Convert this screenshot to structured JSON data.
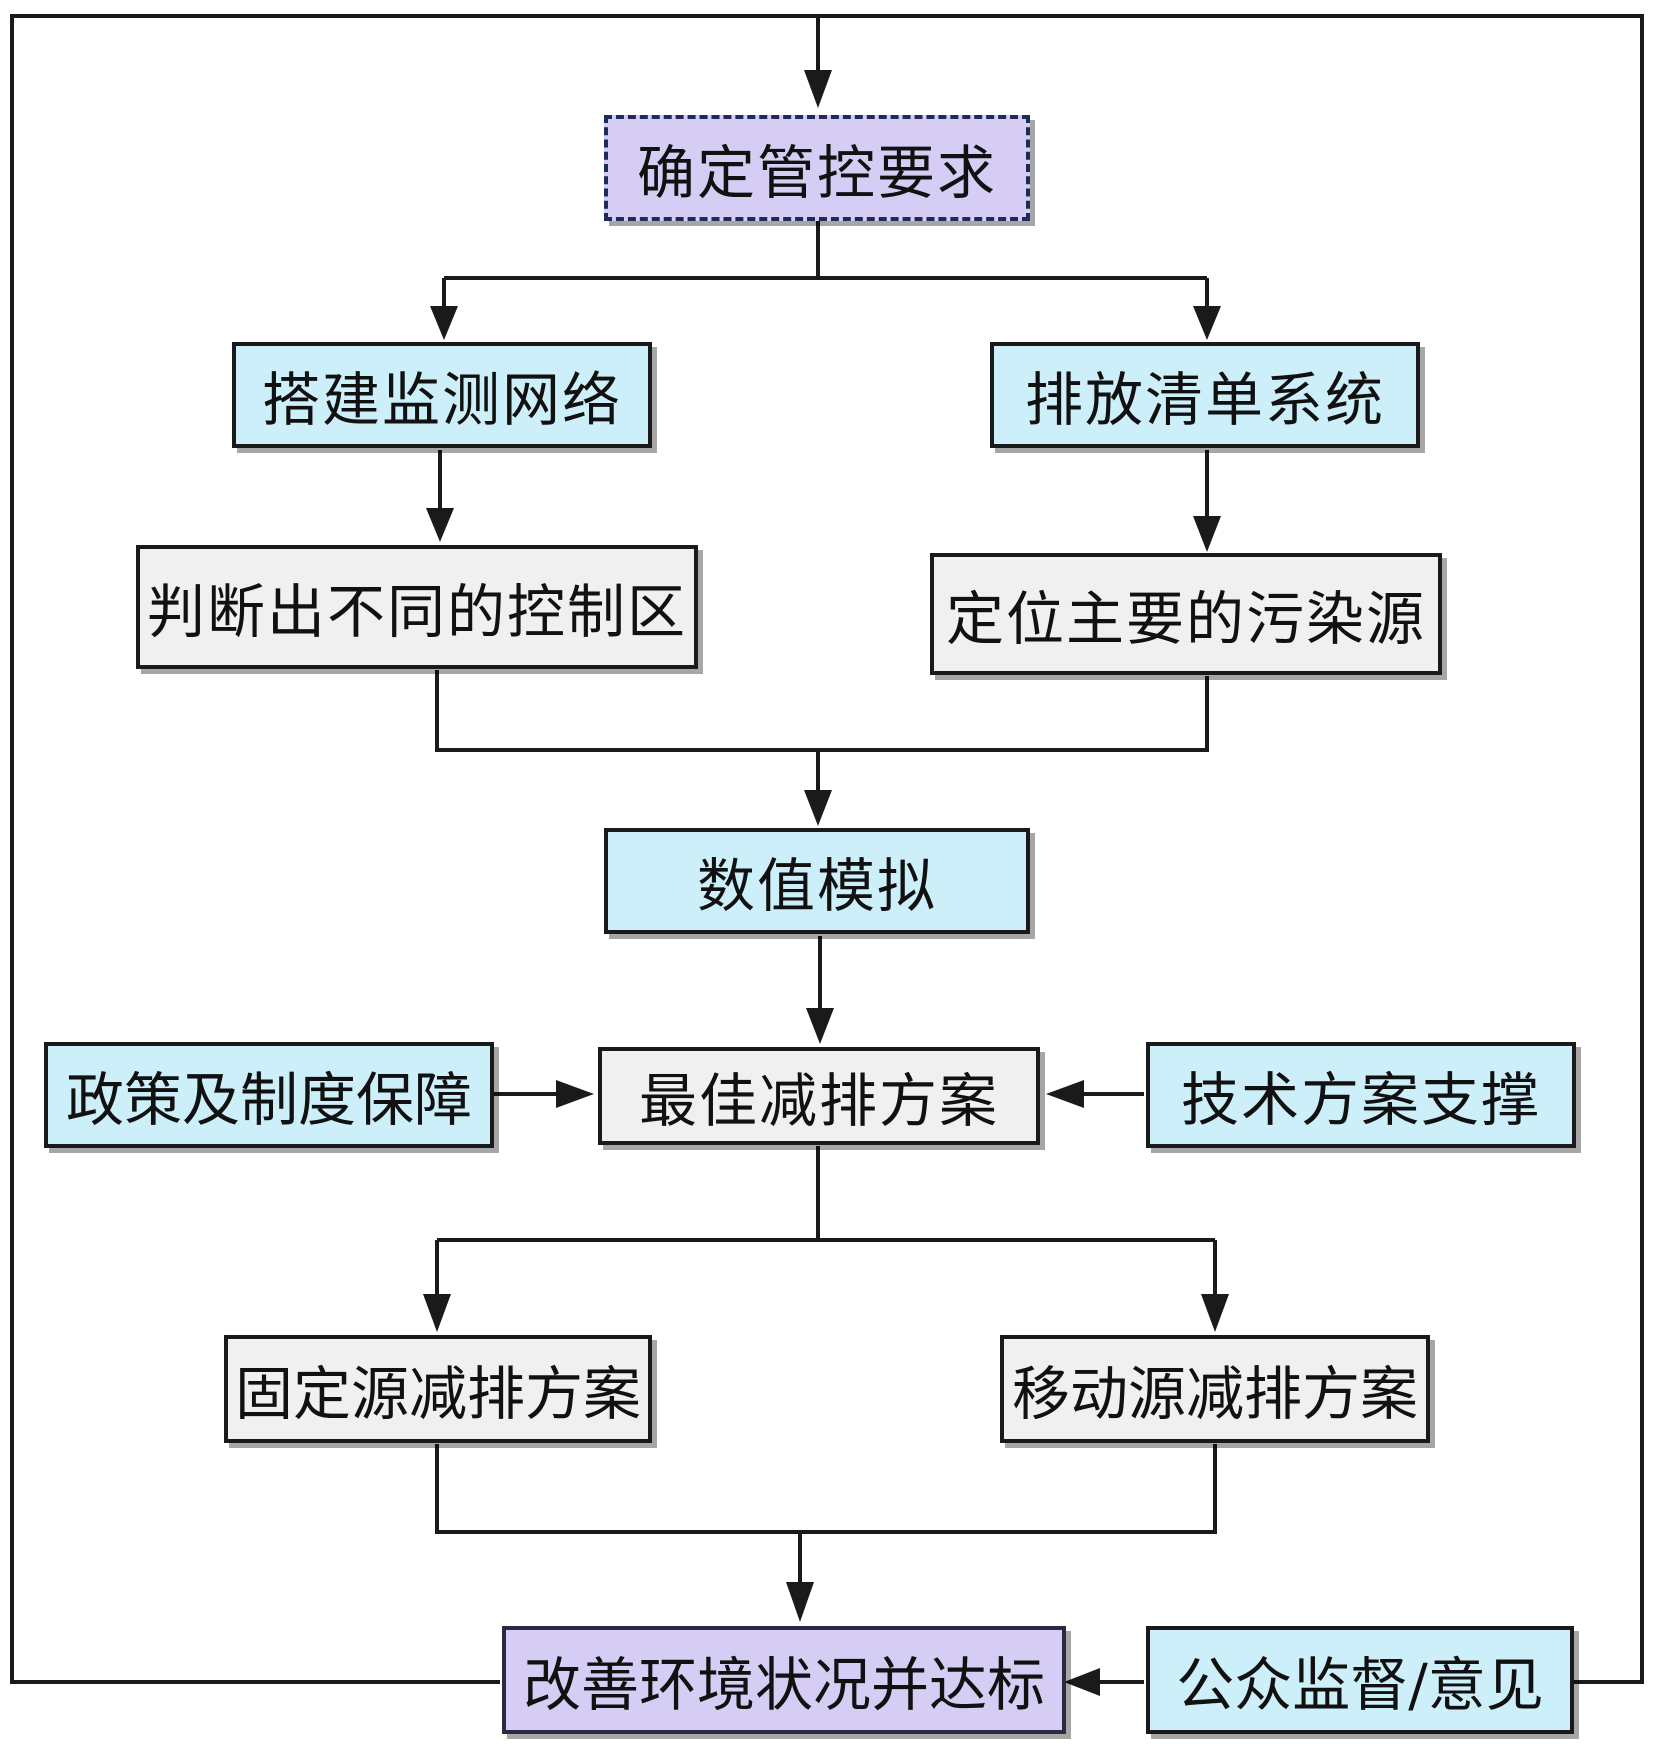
{
  "colors": {
    "process_blue": "#cdeffa",
    "step_gray": "#f0f0f0",
    "goal_purple": "#d6cdf5",
    "line": "#1a1a1a"
  },
  "nodes": {
    "requirement": "确定管控要求",
    "monitoring_network": "搭建监测网络",
    "emission_inventory": "排放清单系统",
    "control_zones": "判断出不同的控制区",
    "main_sources": "定位主要的污染源",
    "numerical_simulation": "数值模拟",
    "policy_support": "政策及制度保障",
    "best_plan": "最佳减排方案",
    "tech_support": "技术方案支撑",
    "stationary_plan": "固定源减排方案",
    "mobile_plan": "移动源减排方案",
    "improve_environment": "改善环境状况并达标",
    "public_supervision": "公众监督/意见"
  }
}
